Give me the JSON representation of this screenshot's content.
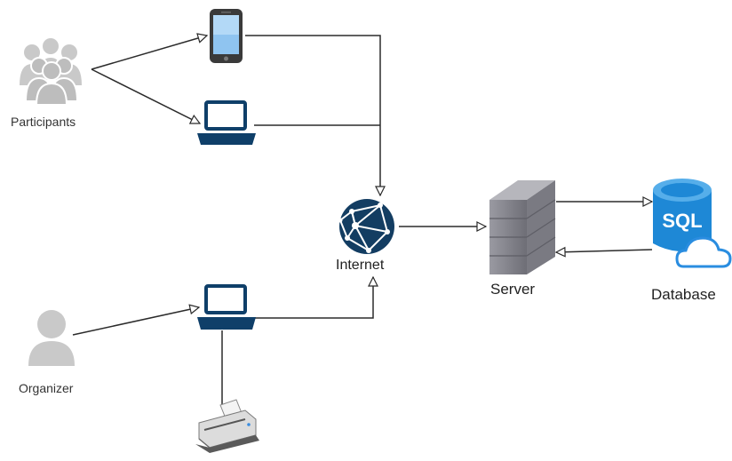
{
  "labels": {
    "participants": "Participants",
    "organizer": "Organizer",
    "internet": "Internet",
    "server": "Server",
    "database": "Database",
    "sql": "SQL"
  },
  "colors": {
    "navy": "#0f3f69",
    "user_gray": "#c7c7c7",
    "server_gray": "#8f8f96",
    "sql_blue": "#1e88d6",
    "line": "#2b2b2b"
  },
  "icons": {
    "participants": "users-group-icon",
    "phone": "smartphone-icon",
    "laptop_top": "laptop-icon",
    "laptop_bottom": "laptop-icon",
    "organizer": "user-icon",
    "printer": "printer-icon",
    "internet": "globe-network-icon",
    "server": "server-rack-icon",
    "database": "sql-database-cloud-icon"
  }
}
